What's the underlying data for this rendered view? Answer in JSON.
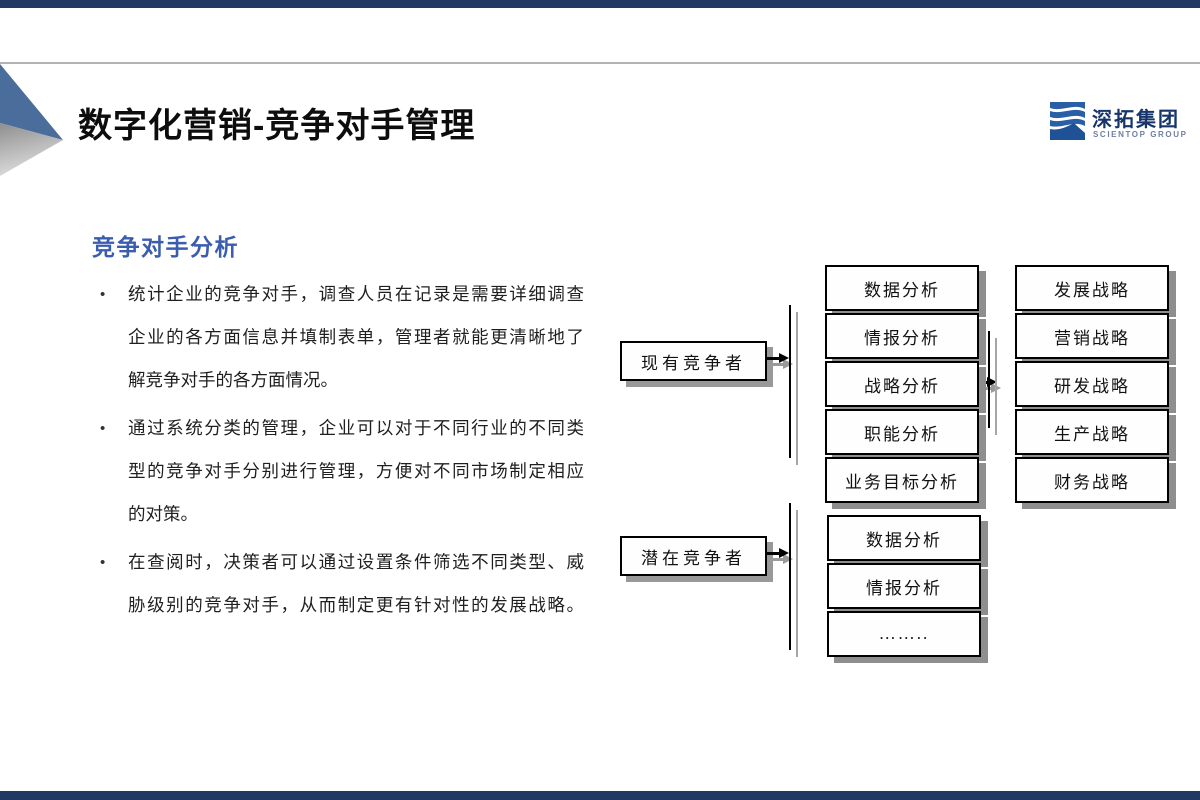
{
  "slide": {
    "title": "数字化营销-竞争对手管理",
    "section_heading": "竞争对手分析",
    "bullet_char": "•"
  },
  "logo": {
    "name": "深拓集团",
    "subtitle": "SCIENTOP GROUP"
  },
  "bullets": [
    {
      "lines": [
        "统计企业的竞争对手，调查人员在记录是需要详细调查",
        "企业的各方面信息并填制表单，管理者就能更清晰地了",
        "解竞争对手的各方面情况。"
      ]
    },
    {
      "lines": [
        "通过系统分类的管理，企业可以对于不同行业的不同类",
        "型的竞争对手分别进行管理，方便对不同市场制定相应",
        "的对策。"
      ]
    },
    {
      "lines": [
        "在查阅时，决策者可以通过设置条件筛选不同类型、威",
        "胁级别的竞争对手，从而制定更有针对性的发展战略。"
      ]
    }
  ],
  "diagram": {
    "existing_label": "现有竞争者",
    "potential_label": "潜在竞争者",
    "analyses": [
      "数据分析",
      "情报分析",
      "战略分析",
      "职能分析",
      "业务目标分析"
    ],
    "strategies": [
      "发展战略",
      "营销战略",
      "研发战略",
      "生产战略",
      "财务战略"
    ],
    "potential_analyses": [
      "数据分析",
      "情报分析",
      "…….."
    ]
  },
  "colors": {
    "bar_navy": "#1f3864",
    "heading_blue": "#3b5db0",
    "triangle_blue": "#4a6d9c",
    "logo_navy": "#17356b",
    "logo_blue": "#2a5fa5"
  }
}
